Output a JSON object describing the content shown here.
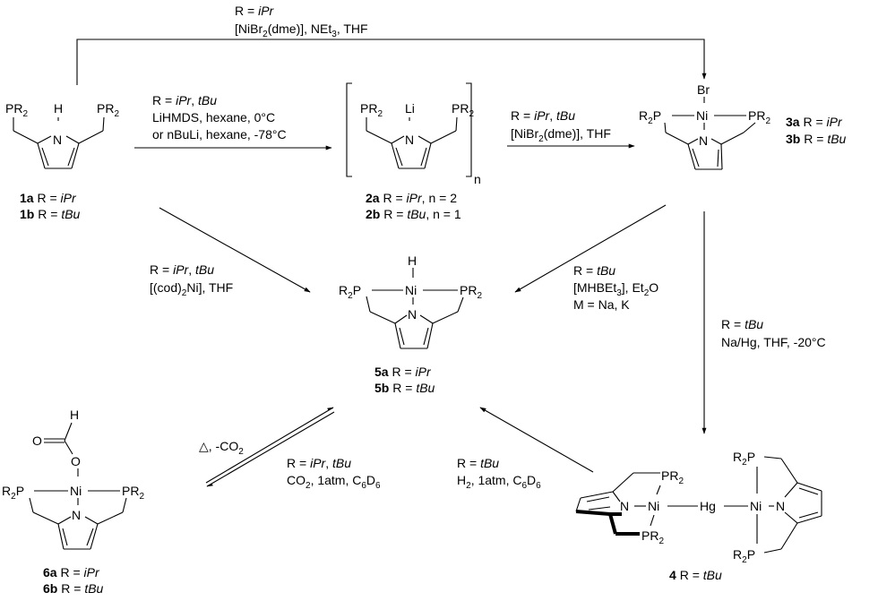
{
  "scheme": {
    "top_arrow": {
      "line1": [
        "R = ",
        "iPr"
      ],
      "line2": [
        "[NiBr",
        "2",
        "(dme)], NEt",
        "3",
        ", THF"
      ]
    },
    "compound1": {
      "atoms": {
        "pr2_left": [
          "PR",
          "2"
        ],
        "h": "H",
        "n": "N",
        "pr2_right": [
          "PR",
          "2"
        ]
      },
      "labels": [
        {
          "id": "1a",
          "r": "R = ",
          "sub": "iPr"
        },
        {
          "id": "1b",
          "r": "R = ",
          "sub": "tBu"
        }
      ]
    },
    "arrow_1_to_2": {
      "line1": [
        "R = ",
        "iPr",
        ", ",
        "tBu"
      ],
      "line2": "LiHMDS, hexane, 0°C",
      "line3": "or nBuLi, hexane, -78°C"
    },
    "compound2": {
      "atoms": {
        "pr2_left": [
          "PR",
          "2"
        ],
        "li": "Li",
        "n": "N",
        "pr2_right": [
          "PR",
          "2"
        ],
        "n_sub": "n"
      },
      "labels": [
        {
          "id": "2a",
          "r": "R = ",
          "sub": "iPr",
          "tail": ", n = 2"
        },
        {
          "id": "2b",
          "r": "R = ",
          "sub": "tBu",
          "tail": ", n = 1"
        }
      ]
    },
    "arrow_2_to_3": {
      "line1": [
        "R = ",
        "iPr",
        ", ",
        "tBu"
      ],
      "line2": [
        "[NiBr",
        "2",
        "(dme)], THF"
      ]
    },
    "compound3": {
      "atoms": {
        "br": "Br",
        "r2p": [
          "R",
          "2",
          "P"
        ],
        "ni": "Ni",
        "pr2": [
          "PR",
          "2"
        ],
        "n": "N"
      },
      "labels": [
        {
          "id": "3a",
          "r": "R = ",
          "sub": "iPr"
        },
        {
          "id": "3b",
          "r": "R = ",
          "sub": "tBu"
        }
      ]
    },
    "arrow_1_to_5": {
      "line1": [
        "R = ",
        "iPr",
        ", ",
        "tBu"
      ],
      "line2": [
        "[(cod)",
        "2",
        "Ni], THF"
      ]
    },
    "compound5": {
      "atoms": {
        "h": "H",
        "r2p": [
          "R",
          "2",
          "P"
        ],
        "ni": "Ni",
        "pr2": [
          "PR",
          "2"
        ],
        "n": "N"
      },
      "labels": [
        {
          "id": "5a",
          "r": "R = ",
          "sub": "iPr"
        },
        {
          "id": "5b",
          "r": "R = ",
          "sub": "tBu"
        }
      ]
    },
    "arrow_3_to_5": {
      "line1": [
        "R = ",
        "tBu"
      ],
      "line2": [
        "[MHBEt",
        "3",
        "], Et",
        "2",
        "O"
      ],
      "line3": "M = Na, K"
    },
    "arrow_3_to_4": {
      "line1": [
        "R = ",
        "tBu"
      ],
      "line2": "Na/Hg, THF, -20°C"
    },
    "equilibrium_5_6": {
      "reverse": [
        "△, -CO",
        "2"
      ],
      "forward_line1": [
        "R = ",
        "iPr",
        ", ",
        "tBu"
      ],
      "forward_line2": [
        "CO",
        "2",
        ", 1atm, C",
        "6",
        "D",
        "6"
      ]
    },
    "arrow_4_to_5": {
      "line1": [
        "R = ",
        "tBu"
      ],
      "line2": [
        "H",
        "2",
        ", 1atm, C",
        "6",
        "D",
        "6"
      ]
    },
    "compound6": {
      "atoms": {
        "h": "H",
        "o_carbonyl": "O",
        "o_link": "O",
        "r2p": [
          "R",
          "2",
          "P"
        ],
        "ni": "Ni",
        "pr2": [
          "PR",
          "2"
        ],
        "n": "N"
      },
      "labels": [
        {
          "id": "6a",
          "r": "R = ",
          "sub": "iPr"
        },
        {
          "id": "6b",
          "r": "R = ",
          "sub": "tBu"
        }
      ]
    },
    "compound4": {
      "atoms": {
        "pr2_top": [
          "PR",
          "2"
        ],
        "n_left": "N",
        "ni_left": "Ni",
        "pr2_bottom": [
          "PR",
          "2"
        ],
        "hg": "Hg",
        "ni_right": "Ni",
        "n_right": "N",
        "r2p_top": [
          "R",
          "2",
          "P"
        ],
        "r2p_bottom": [
          "R",
          "2",
          "P"
        ]
      },
      "label": {
        "id": "4",
        "r": "R = ",
        "sub": "tBu"
      }
    }
  }
}
